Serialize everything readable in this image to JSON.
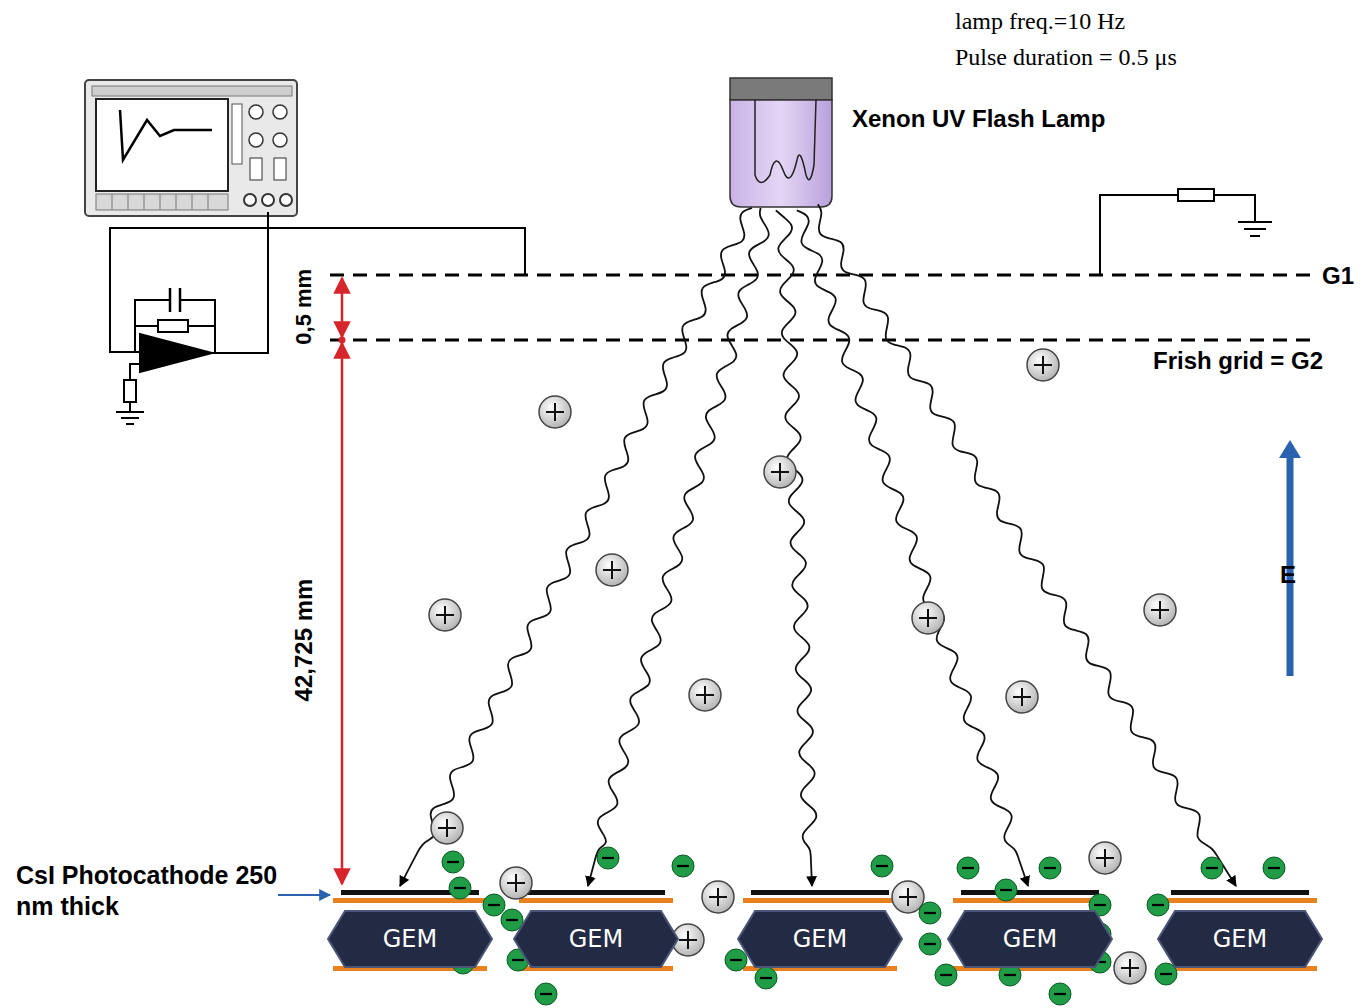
{
  "diagram": {
    "nodes": [
      {
        "text": [
          "GEM"
        ]
      },
      {
        "text": [
          "GEM"
        ]
      },
      {
        "text": [
          "GEM"
        ]
      },
      {
        "text": [
          "GEM"
        ]
      },
      {
        "text": [
          "GEM"
        ]
      }
    ],
    "labels": [
      "lamp freq.=10 Hz",
      "Pulse duration = 0.5 μs",
      "Xenon UV Flash Lamp",
      "G1",
      "Frish grid = G2",
      "0,5 mm",
      "42,725 mm",
      "E",
      "CsI Photocathode 250 nm thick"
    ]
  }
}
